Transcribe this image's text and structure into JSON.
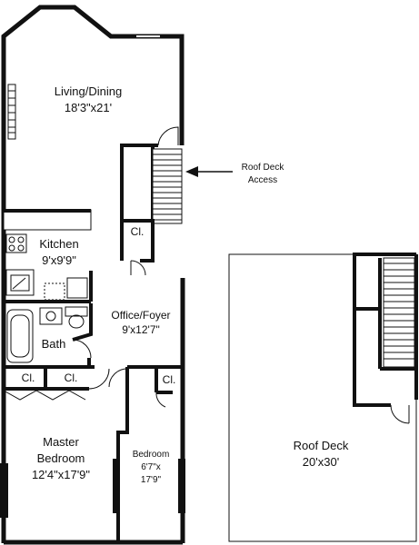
{
  "rooms": {
    "living": {
      "name": "Living/Dining",
      "dims": "18'3\"x21'"
    },
    "kitchen": {
      "name": "Kitchen",
      "dims": "9'x9'9\""
    },
    "office": {
      "name": "Office/Foyer",
      "dims": "9'x12'7\""
    },
    "bath": {
      "name": "Bath"
    },
    "master": {
      "name": "Master",
      "name2": "Bedroom",
      "dims": "12'4\"x17'9\""
    },
    "bedroom": {
      "name": "Bedroom",
      "dims1": "6'7\"x",
      "dims2": "17'9\""
    },
    "roofdeck": {
      "name": "Roof Deck",
      "dims": "20'x30'"
    }
  },
  "closet_label": "Cl.",
  "roof_access": {
    "line1": "Roof Deck",
    "line2": "Access"
  }
}
